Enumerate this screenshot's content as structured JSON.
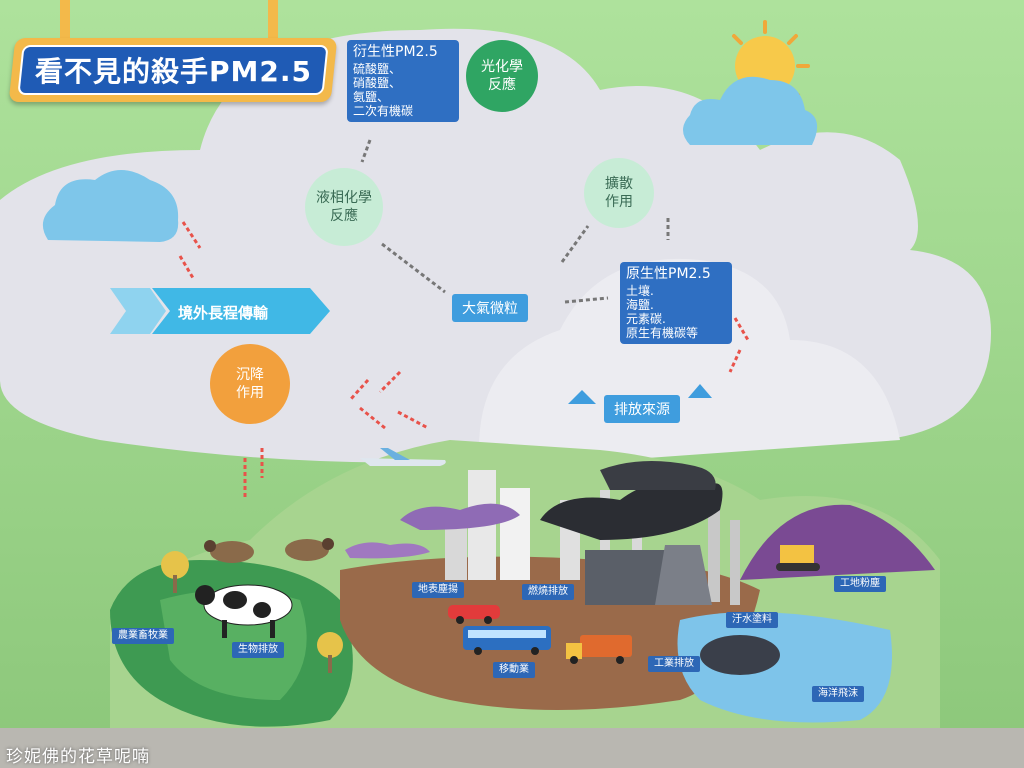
{
  "title": "看不見的殺手PM2.5",
  "secondary_box": {
    "heading": "衍生性PM2.5",
    "lines": [
      "硫酸鹽、",
      "硝酸鹽、",
      "氨鹽、",
      "二次有機碳"
    ]
  },
  "primary_box": {
    "heading": "原生性PM2.5",
    "lines": [
      "土壤.",
      "海鹽.",
      "元素碳.",
      "原生有機碳等"
    ]
  },
  "circles": {
    "photochemical": [
      "光化學",
      "反應"
    ],
    "liquid_phase": [
      "液相化學",
      "反應"
    ],
    "diffusion": [
      "擴散",
      "作用"
    ],
    "deposition": [
      "沉降",
      "作用"
    ]
  },
  "transport_label": "境外長程傳輸",
  "particles_label": "大氣微粒",
  "emission_source_label": "排放來源",
  "ground_labels": {
    "agriculture": "農業畜牧業",
    "biological": "生物排放",
    "dust": "地表塵揚",
    "combustion": "燃燒排放",
    "mobile": "移動業",
    "industrial": "工業排放",
    "paint": "汙水塗料",
    "construction": "工地粉塵",
    "sea_spray": "海洋飛沫"
  },
  "watermark": "珍妮佛的花草呢喃",
  "colors": {
    "wall_green": "#9fd08a",
    "cloud": "#e6e6ec",
    "cloud_shadow": "#cfcfd8",
    "title_orange": "#f3b94a",
    "title_blue": "#1f5bb5",
    "box_blue": "#2f6fc2",
    "circle_green": "#c7ecd6",
    "circle_dark_green": "#2fa563",
    "circle_orange": "#f2a03d",
    "ribbon_cyan": "#40b8e6",
    "arrow_red": "#e8524a",
    "soil_brown": "#9a6a4a",
    "water_blue": "#7ec4ea"
  },
  "icons": [
    "sun-icon",
    "cloud-icon",
    "cow-icon",
    "sheep-icon",
    "factory-icon",
    "car-icon",
    "bus-icon",
    "truck-icon",
    "bulldozer-icon",
    "airplane-icon"
  ]
}
